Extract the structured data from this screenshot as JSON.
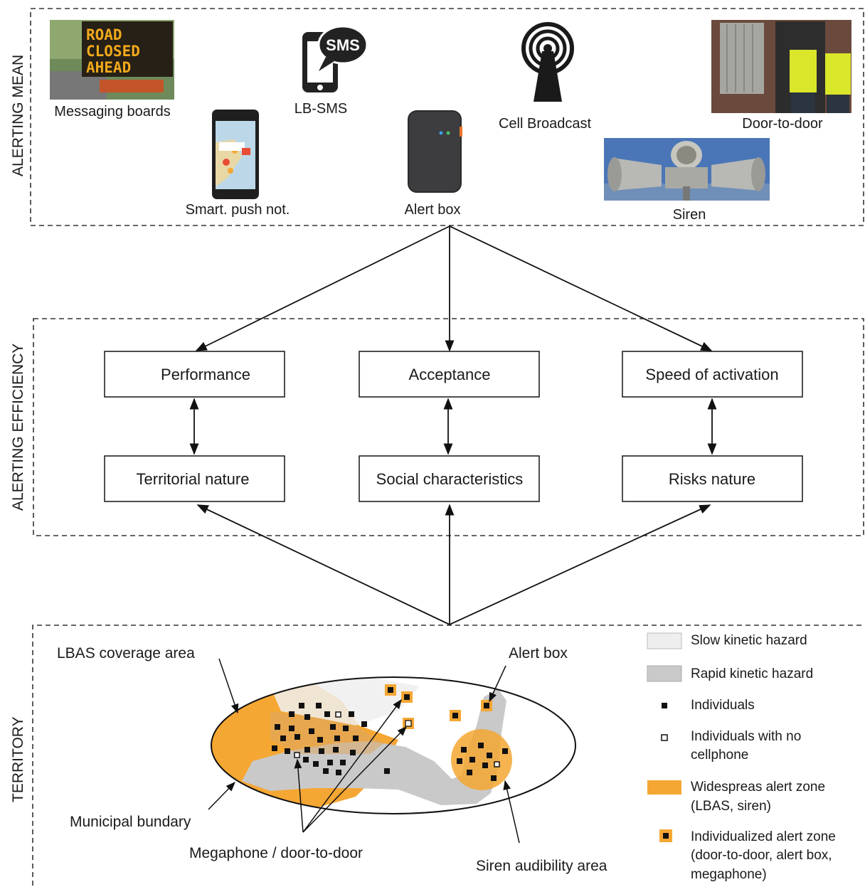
{
  "sections": {
    "alerting_mean": "ALERTING MEAN",
    "alerting_efficiency": "ALERTING EFFICIENCY",
    "territory": "TERRITORY"
  },
  "alerting_means": {
    "messaging_boards": "Messaging boards",
    "sign_text": [
      "ROAD",
      "CLOSED",
      "AHEAD"
    ],
    "lb_sms": "LB-SMS",
    "sms_icon_text": "SMS",
    "cell_broadcast": "Cell Broadcast",
    "door_to_door": "Door-to-door",
    "smart_push": "Smart. push not.",
    "alert_box": "Alert box",
    "siren": "Siren"
  },
  "efficiency": {
    "performance": "Performance",
    "acceptance": "Acceptance",
    "speed_of_activation": "Speed of activation",
    "territorial_nature": "Territorial nature",
    "social_characteristics": "Social characteristics",
    "risks_nature": "Risks nature"
  },
  "territory": {
    "lbas_coverage_area": "LBAS coverage area",
    "alert_box": "Alert box",
    "municipal_bundary": "Municipal bundary",
    "megaphone_door_to_door": "Megaphone / door-to-door",
    "siren_audibility_area": "Siren audibility area"
  },
  "legend": {
    "slow_kinetic_hazard": "Slow kinetic hazard",
    "rapid_kinetic_hazard": "Rapid kinetic hazard",
    "individuals": "Individuals",
    "individuals_no_cellphone": [
      "Individuals with no",
      "cellphone"
    ],
    "widespread_alert_zone": [
      "Widespreas alert zone",
      "(LBAS, siren)"
    ],
    "individualized_alert_zone": [
      "Individualized alert zone",
      "(door-to-door, alert box,",
      "megaphone)"
    ]
  },
  "colors": {
    "orange": "#f5a733",
    "slow_hazard": "#eeeeee",
    "rapid_hazard": "#c9c9c9",
    "dash": "#333333"
  }
}
